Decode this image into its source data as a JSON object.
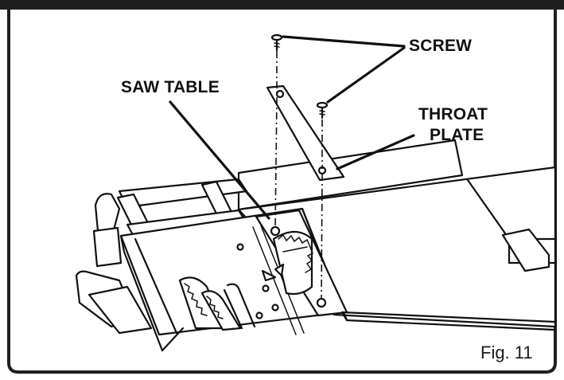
{
  "labels": {
    "screw": "SCREW",
    "saw_table": "SAW TABLE",
    "throat_plate_line1": "THROAT",
    "throat_plate_line2": "PLATE",
    "figure": "Fig. 11"
  },
  "colors": {
    "ink": "#111111",
    "background": "#ffffff",
    "frame": "#1f1f1f"
  }
}
